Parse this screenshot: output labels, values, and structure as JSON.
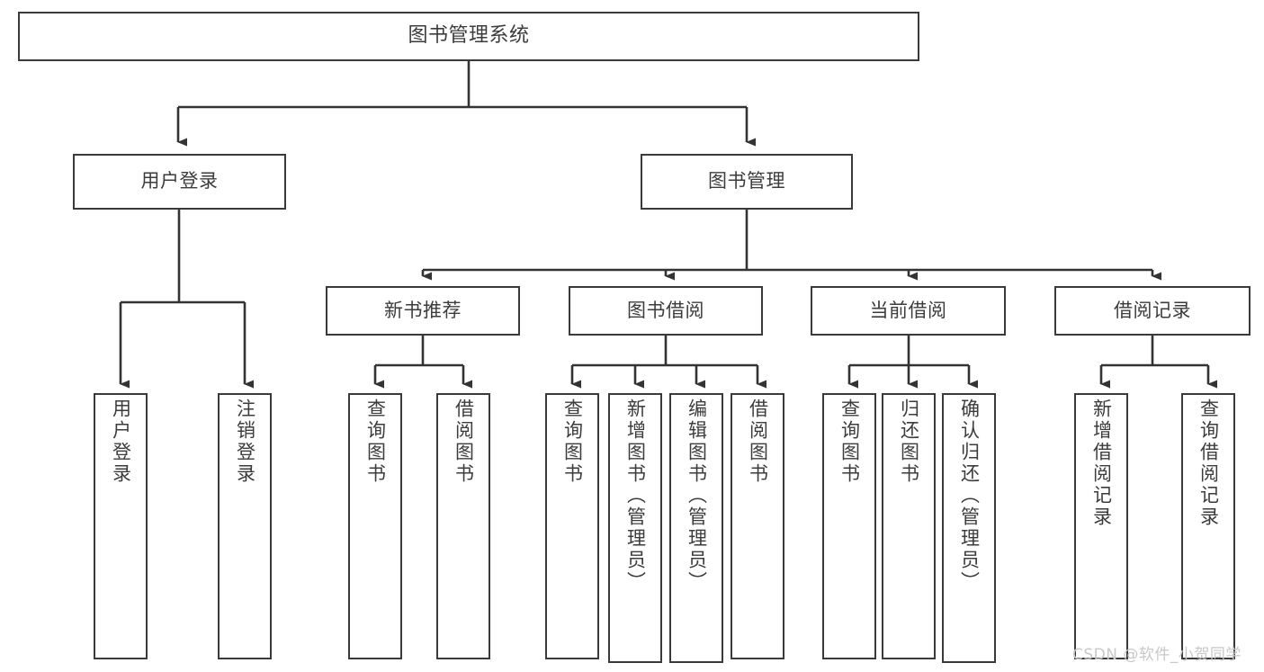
{
  "diagram": {
    "title": "图书管理系统",
    "type": "tree-hierarchy-diagram",
    "colors": {
      "box_border": "#3a3a3a",
      "box_fill": "#ffffff",
      "connector": "#333333",
      "text": "#3c3c3c",
      "watermark": "#c8c8c8",
      "background": "#ffffff"
    },
    "nodes": {
      "root": {
        "label": "图书管理系统"
      },
      "level1": [
        {
          "label": "用户登录"
        },
        {
          "label": "图书管理"
        }
      ],
      "level2": [
        {
          "label": "新书推荐"
        },
        {
          "label": "图书借阅"
        },
        {
          "label": "当前借阅"
        },
        {
          "label": "借阅记录"
        }
      ],
      "leaves": {
        "user_login": [
          {
            "label": "用户登录"
          },
          {
            "label": "注销登录"
          }
        ],
        "new_book_recommend": [
          {
            "label": "查询图书"
          },
          {
            "label": "借阅图书"
          }
        ],
        "book_borrow": [
          {
            "label": "查询图书"
          },
          {
            "label": "新增图书（管理员）"
          },
          {
            "label": "编辑图书（管理员）"
          },
          {
            "label": "借阅图书"
          }
        ],
        "current_borrow": [
          {
            "label": "查询图书"
          },
          {
            "label": "归还图书"
          },
          {
            "label": "确认归还（管理员）"
          }
        ],
        "borrow_record": [
          {
            "label": "新增借阅记录"
          },
          {
            "label": "查询借阅记录"
          }
        ]
      }
    },
    "watermark": "CSDN @软件_小贺同学"
  }
}
